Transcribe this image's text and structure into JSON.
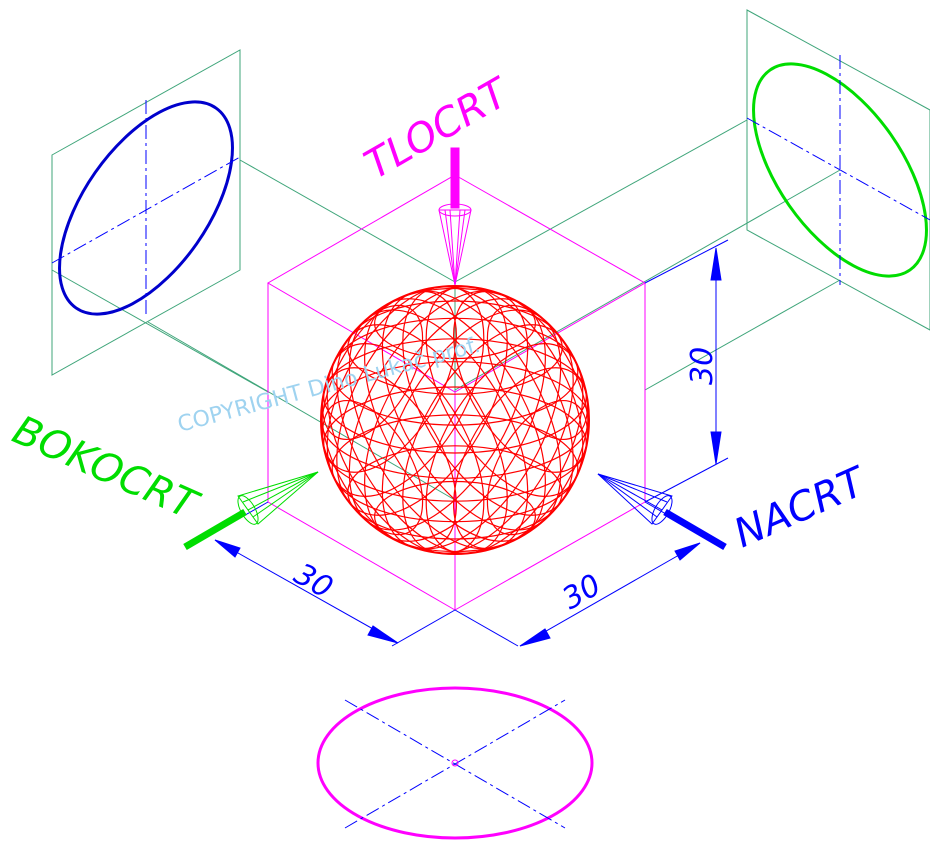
{
  "labels": {
    "top_view": "TLOCRT",
    "side_view": "BOKOCRT",
    "front_view": "NACRT"
  },
  "dimensions": {
    "height": "30",
    "left_depth": "30",
    "right_width": "30"
  },
  "watermark": "COPYRIGHT Dino Lukač prof.",
  "colors": {
    "sphere": "#ff0000",
    "cube": "#ff00ff",
    "top_view": "#ff00ff",
    "side_view": "#00dd00",
    "front_view": "#0000ff",
    "projection_lines": "#3fa57a",
    "dimension": "#0000ff",
    "watermark": "#9fd3f0"
  }
}
